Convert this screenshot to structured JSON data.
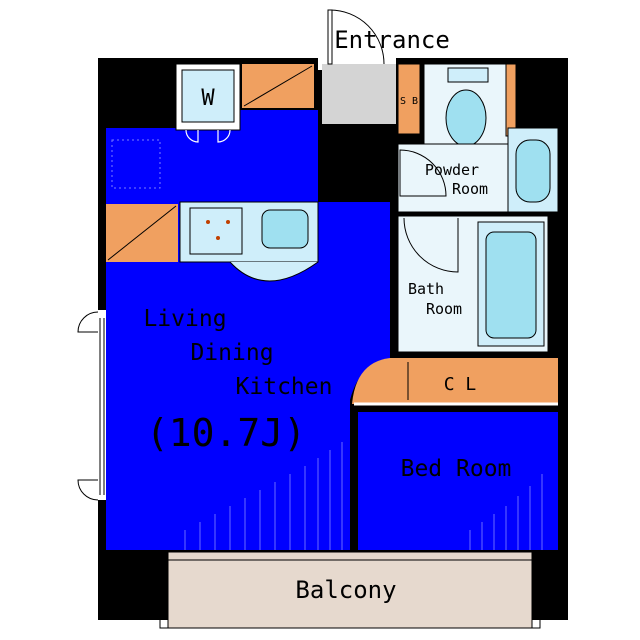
{
  "labels": {
    "entrance": "Entrance",
    "washer": "W",
    "shoe_box": "S B",
    "powder_room_line1": "Powder",
    "powder_room_line2": "Room",
    "bath_room_line1": "Bath",
    "bath_room_line2": "Room",
    "ldk_line1": "Living",
    "ldk_line2": "Dining",
    "ldk_line3": "Kitchen",
    "ldk_size": "(10.7J)",
    "closet": "C L",
    "bed_room": "Bed Room",
    "balcony": "Balcony"
  },
  "colors": {
    "wall": "#000000",
    "living_floor": "#0000ff",
    "fixture": "#cfeefa",
    "fixture_inner": "#9fe0f0",
    "storage": "#f0a060",
    "wet_area": "#eaf6fb",
    "entrance_floor": "#d4d4d4",
    "balcony": "#e6d9ce"
  }
}
